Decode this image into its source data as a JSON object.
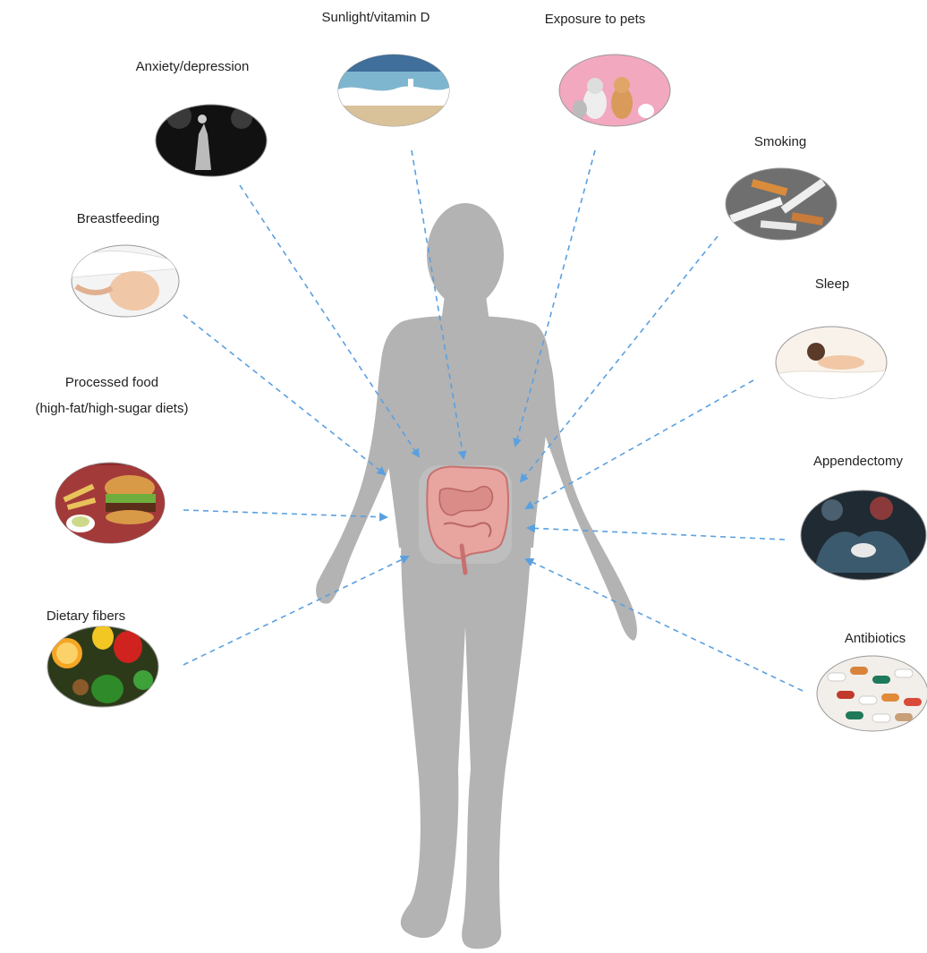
{
  "colors": {
    "body_silhouette": "#b3b3b3",
    "arrow": "#5aa0e0",
    "intestine": "#e8a5a0",
    "intestine_dark": "#c87070"
  },
  "diagram": {
    "center_label": "",
    "factors": [
      {
        "id": "anxiety",
        "label": "Anxiety/depression",
        "icon": "dancer-dark-photo-icon"
      },
      {
        "id": "sunlight",
        "label": "Sunlight/vitamin D",
        "icon": "beach-photo-icon"
      },
      {
        "id": "pets",
        "label": "Exposure to pets",
        "icon": "pets-photo-icon"
      },
      {
        "id": "smoking",
        "label": "Smoking",
        "icon": "cigarettes-photo-icon"
      },
      {
        "id": "breastfeeding",
        "label": "Breastfeeding",
        "icon": "baby-photo-icon"
      },
      {
        "id": "sleep",
        "label": "Sleep",
        "icon": "sleeping-woman-photo-icon"
      },
      {
        "id": "processed",
        "label_line1": "Processed food",
        "label_line2": "(high-fat/high-sugar diets)",
        "icon": "burger-photo-icon"
      },
      {
        "id": "appendectomy",
        "label": "Appendectomy",
        "icon": "surgery-photo-icon"
      },
      {
        "id": "fibers",
        "label": "Dietary fibers",
        "icon": "vegetables-photo-icon"
      },
      {
        "id": "antibiotics",
        "label": "Antibiotics",
        "icon": "pills-photo-icon"
      }
    ]
  }
}
